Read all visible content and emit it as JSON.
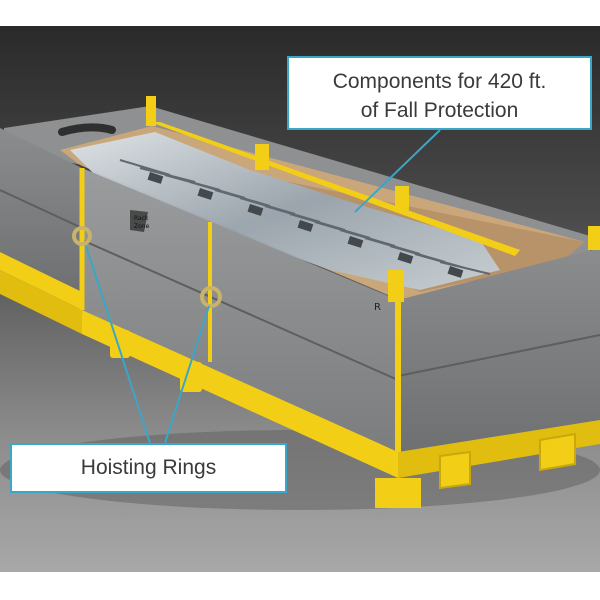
{
  "callouts": {
    "components_line1": "Components for 420 ft.",
    "components_line2": "of Fall Protection",
    "hoisting": "Hoisting Rings"
  },
  "box_logo": {
    "line1": "Rack",
    "line2": "Zone",
    "side_letter": "R"
  },
  "colors": {
    "frame_yellow": "#f2cf16",
    "panel_grey": "#8d8f90",
    "callout_border": "#3aa6c8",
    "background_top": "#2d2d2d"
  }
}
